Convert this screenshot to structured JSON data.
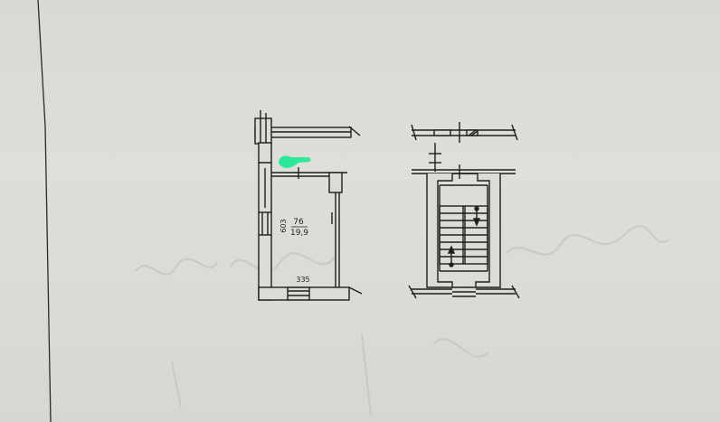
{
  "plan": {
    "room_number": "76",
    "room_area": "19,9",
    "room_length": "603",
    "room_width": "335"
  },
  "colors": {
    "paper": "#dcdcd6",
    "ink": "#1e1e1e",
    "marker": "#2ee89a"
  }
}
